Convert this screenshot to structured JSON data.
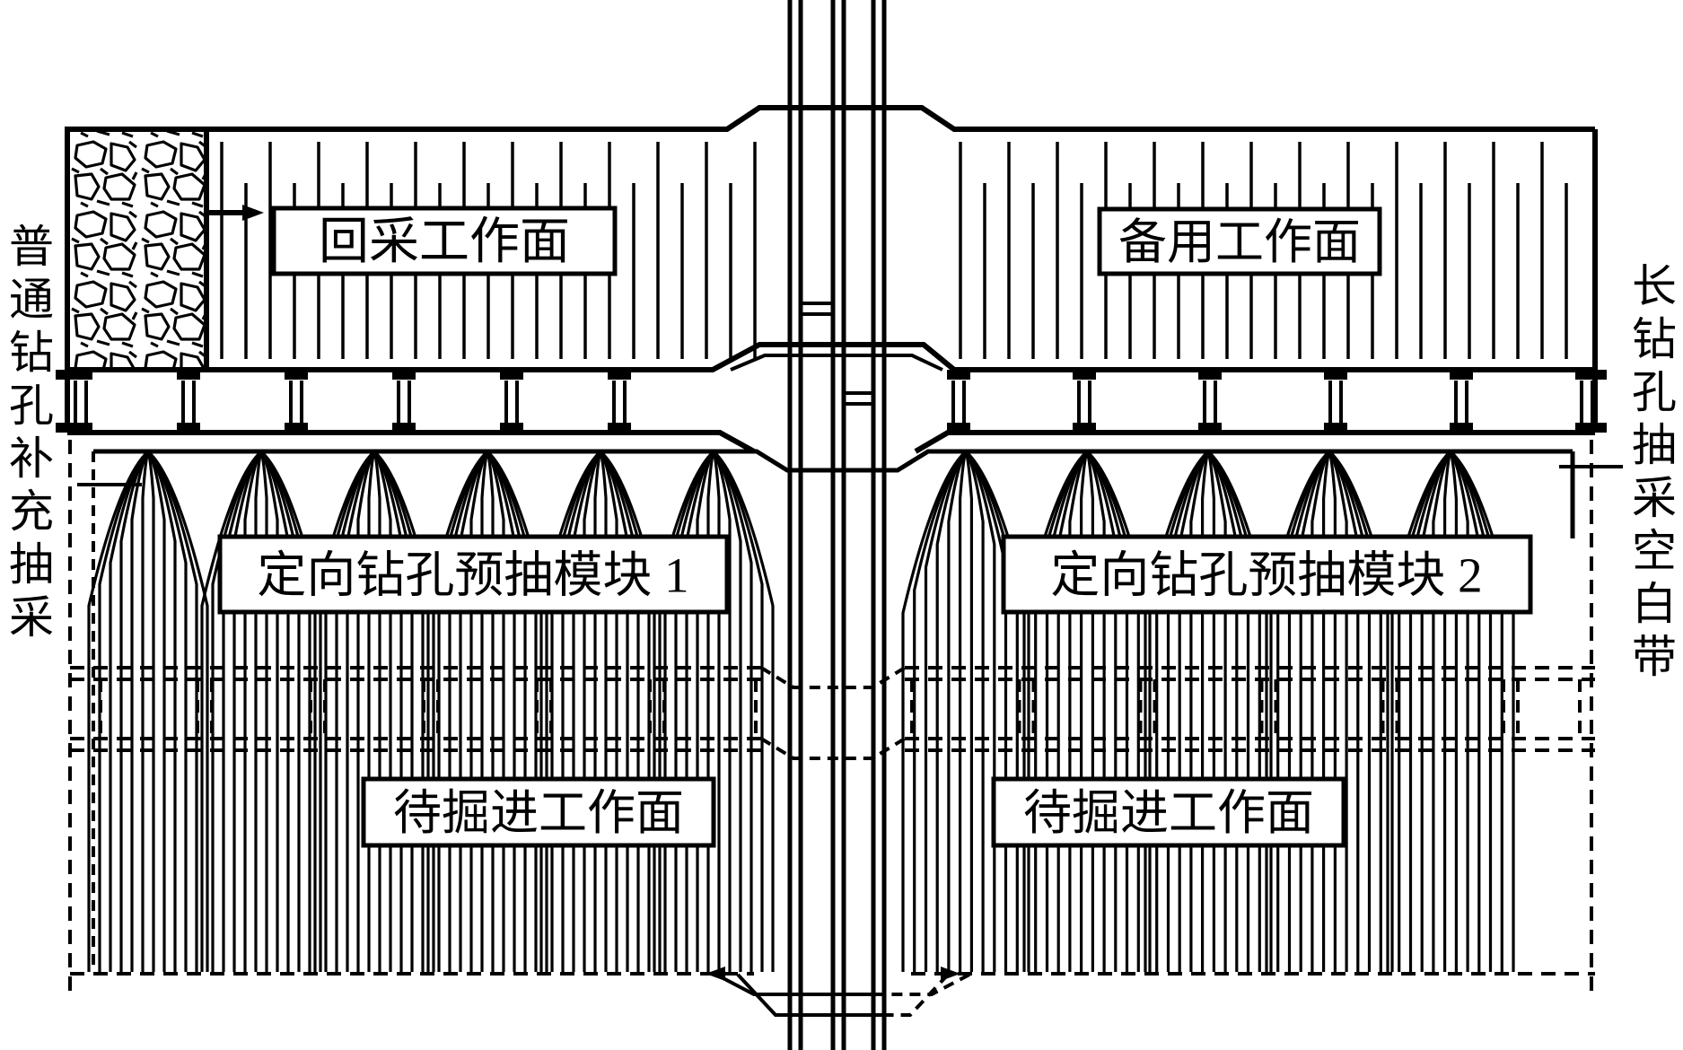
{
  "diagram": {
    "kind": "mine gas pre-drainage borehole layout plan",
    "labels": {
      "mining_face": "回采工作面",
      "spare_face": "备用工作面",
      "module1": "定向钻孔预抽模块 1",
      "module2": "定向钻孔预抽模块 2",
      "face_to_drive_left": "待掘进工作面",
      "face_to_drive_right": "待掘进工作面"
    },
    "side_notes": {
      "left": "普通钻孔补充抽采",
      "right": "长钻孔抽采空白带"
    },
    "icons": {
      "advance_arrow": "right-triangle-arrow",
      "flow_arrow_left": "left-triangle-arrow",
      "flow_arrow_right": "right-triangle-arrow"
    },
    "colors": {
      "line": "#000000",
      "background": "#ffffff",
      "node_fill": "#000000"
    }
  }
}
